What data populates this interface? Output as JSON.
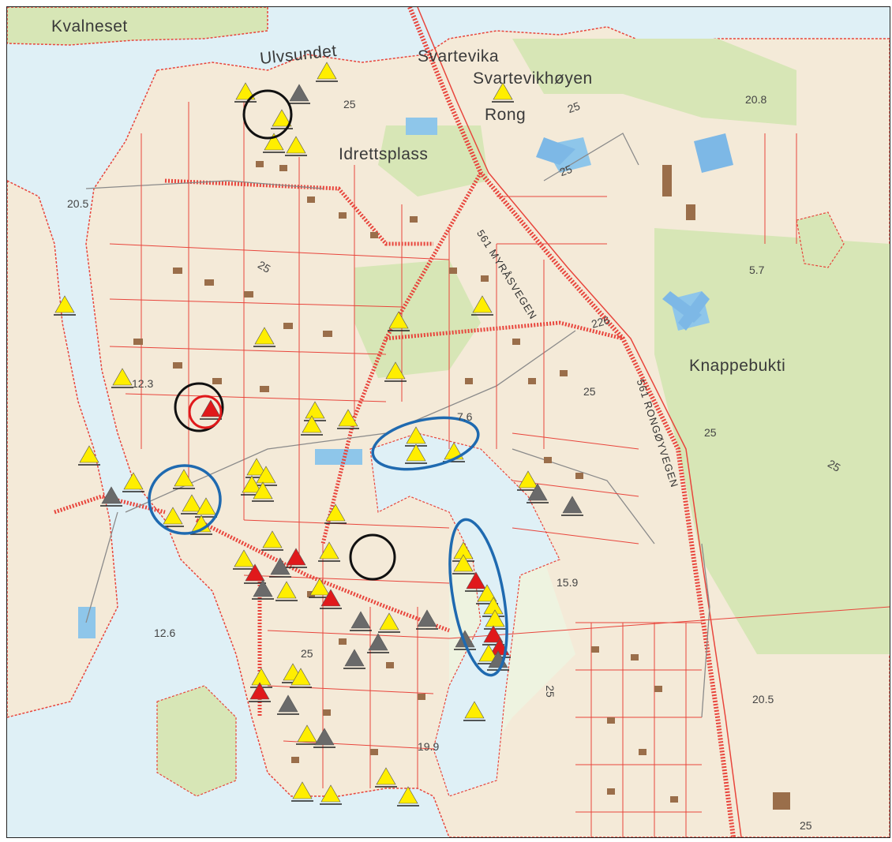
{
  "map": {
    "place_names": [
      "Kvalneset",
      "Ulvsundet",
      "Svartevika",
      "Svartevikhøyen",
      "Rong",
      "Idrettsplass",
      "Knappebukti"
    ],
    "elevations": [
      "20.8",
      "20.5",
      "25",
      "25",
      "25",
      "25",
      "25",
      "25",
      "25",
      "5.7",
      "12.3",
      "7.6",
      "226",
      "12.6",
      "15.9",
      "19.9",
      "20.5",
      "25",
      "25",
      "25"
    ],
    "road_names": [
      "561 MYRÅSVEGEN",
      "561 RONGØYVEGEN"
    ],
    "colors": {
      "water": "#dff0f6",
      "land": "#f4ead8",
      "forest": "#d7e6b6",
      "property_lines": "#e8453c",
      "buildings": "#9a6e4a",
      "marker_yellow": "#ffee00",
      "marker_gray": "#6a6a6a",
      "marker_red": "#e0191b",
      "circle_black": "#111111",
      "circle_red": "#e0191b",
      "ellipse_blue": "#1f6ab0"
    }
  }
}
